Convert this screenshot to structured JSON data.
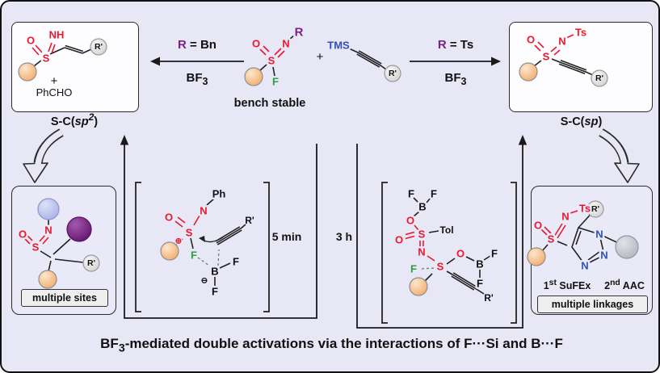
{
  "colors": {
    "background": "#e7e7f6",
    "red": "#e8192e",
    "purple": "#7b2382",
    "blue": "#3050b5",
    "green": "#2f9e3f",
    "peach_sphere": "#f3ae6e",
    "box_bg": "#fdfdff"
  },
  "title": {
    "bf": "BF",
    "sub": "3",
    "rest": "-mediated double activations via the interactions of F···Si and B···F"
  },
  "conditions": {
    "left": {
      "r": "R",
      "eq": "=",
      "group": "Bn",
      "bf": "BF",
      "bf_sub": "3"
    },
    "right": {
      "r": "R",
      "eq": "=",
      "group": "Ts",
      "bf": "BF",
      "bf_sub": "3"
    },
    "time_left": "5 min",
    "time_right": "3 h",
    "plus": "+"
  },
  "central": {
    "o": "O",
    "n": "N",
    "s": "S",
    "f": "F",
    "r": "R",
    "caption": "bench stable"
  },
  "alkyne": {
    "tms": "TMS",
    "r_prime": "R'"
  },
  "product_sp2": {
    "o": "O",
    "nh": "NH",
    "s": "S",
    "r_prime": "R'",
    "plus": "+",
    "phcho": "PhCHO",
    "caption": {
      "pre": "S-C(",
      "italic": "sp",
      "sup": "2",
      "post": ")"
    }
  },
  "product_sp": {
    "o": "O",
    "n": "N",
    "s": "S",
    "ts": "Ts",
    "r_prime": "R'",
    "caption": {
      "pre": "S-C(",
      "italic": "sp",
      "post": ")"
    }
  },
  "multisite": {
    "o": "O",
    "n": "N",
    "s": "S",
    "r_prime": "R'",
    "badge": "multiple sites"
  },
  "multilinkage": {
    "o": "O",
    "n": "N",
    "s": "S",
    "ts": "Ts",
    "r_prime": "R'",
    "n1": "N",
    "n2": "N",
    "n3": "N",
    "label1": {
      "num": "1",
      "sup": "st",
      "rest": " SuFEx"
    },
    "label2": {
      "num": "2",
      "sup": "nd",
      "rest": " AAC"
    },
    "badge": "multiple linkages"
  },
  "intermediate_left": {
    "ph": "Ph",
    "n": "N",
    "s": "S",
    "plus_charge": "⊕",
    "o": "O",
    "f": "F",
    "b": "B",
    "minus_charge": "⊖",
    "f2": "F",
    "f3": "F",
    "r_prime": "R'"
  },
  "intermediate_right": {
    "f1": "F",
    "f2": "F",
    "b1": "B",
    "o1": "O",
    "s1": "S",
    "tol": "Tol",
    "o2": "O",
    "n": "N",
    "s2": "S",
    "f3": "F",
    "o3": "O",
    "b2": "B",
    "f4": "F",
    "f5": "F",
    "r_prime": "R'"
  }
}
